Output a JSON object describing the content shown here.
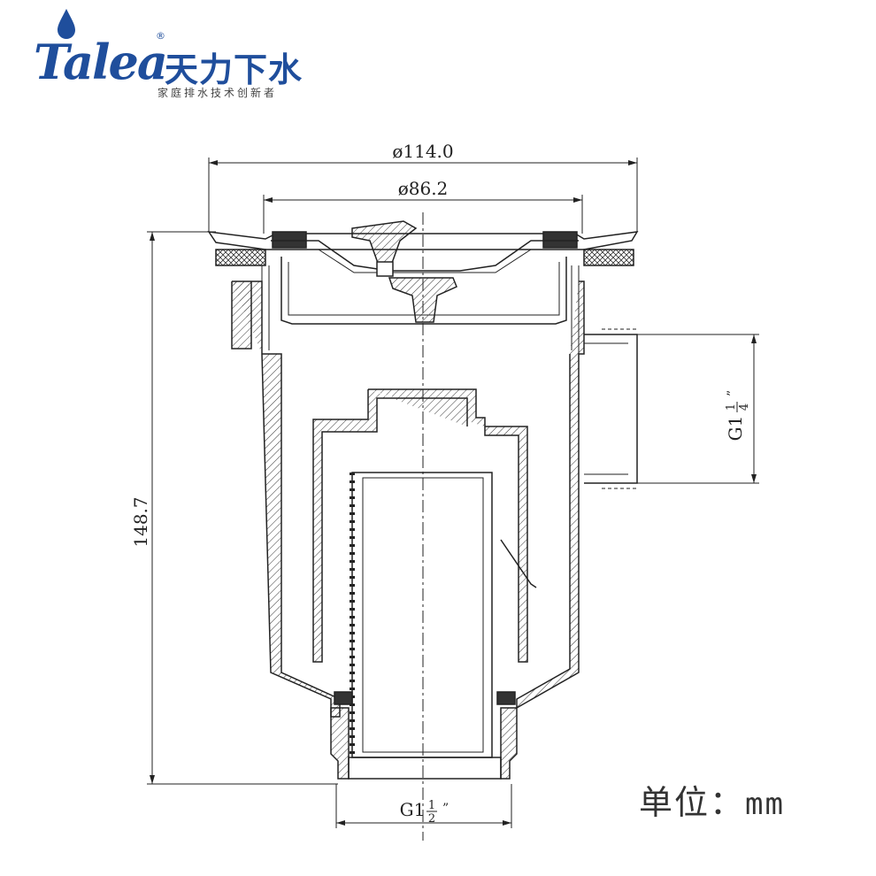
{
  "brand": {
    "word": "Talea",
    "registered": "®",
    "chinese_name": "天力下水",
    "slogan": "家庭排水技术创新者",
    "color": "#1f4e9c",
    "drop_color": "#2aa5dc"
  },
  "dimensions": {
    "top_diameter": "ø114.0",
    "inner_diameter": "ø86.2",
    "height": "148.7",
    "side_thread": {
      "prefix": "G1",
      "num": "1",
      "den": "4",
      "suffix": "”"
    },
    "bottom_thread": {
      "prefix": "G1",
      "num": "1",
      "den": "2",
      "suffix": "”"
    }
  },
  "unit": {
    "label": "单位：",
    "value": "mm"
  }
}
